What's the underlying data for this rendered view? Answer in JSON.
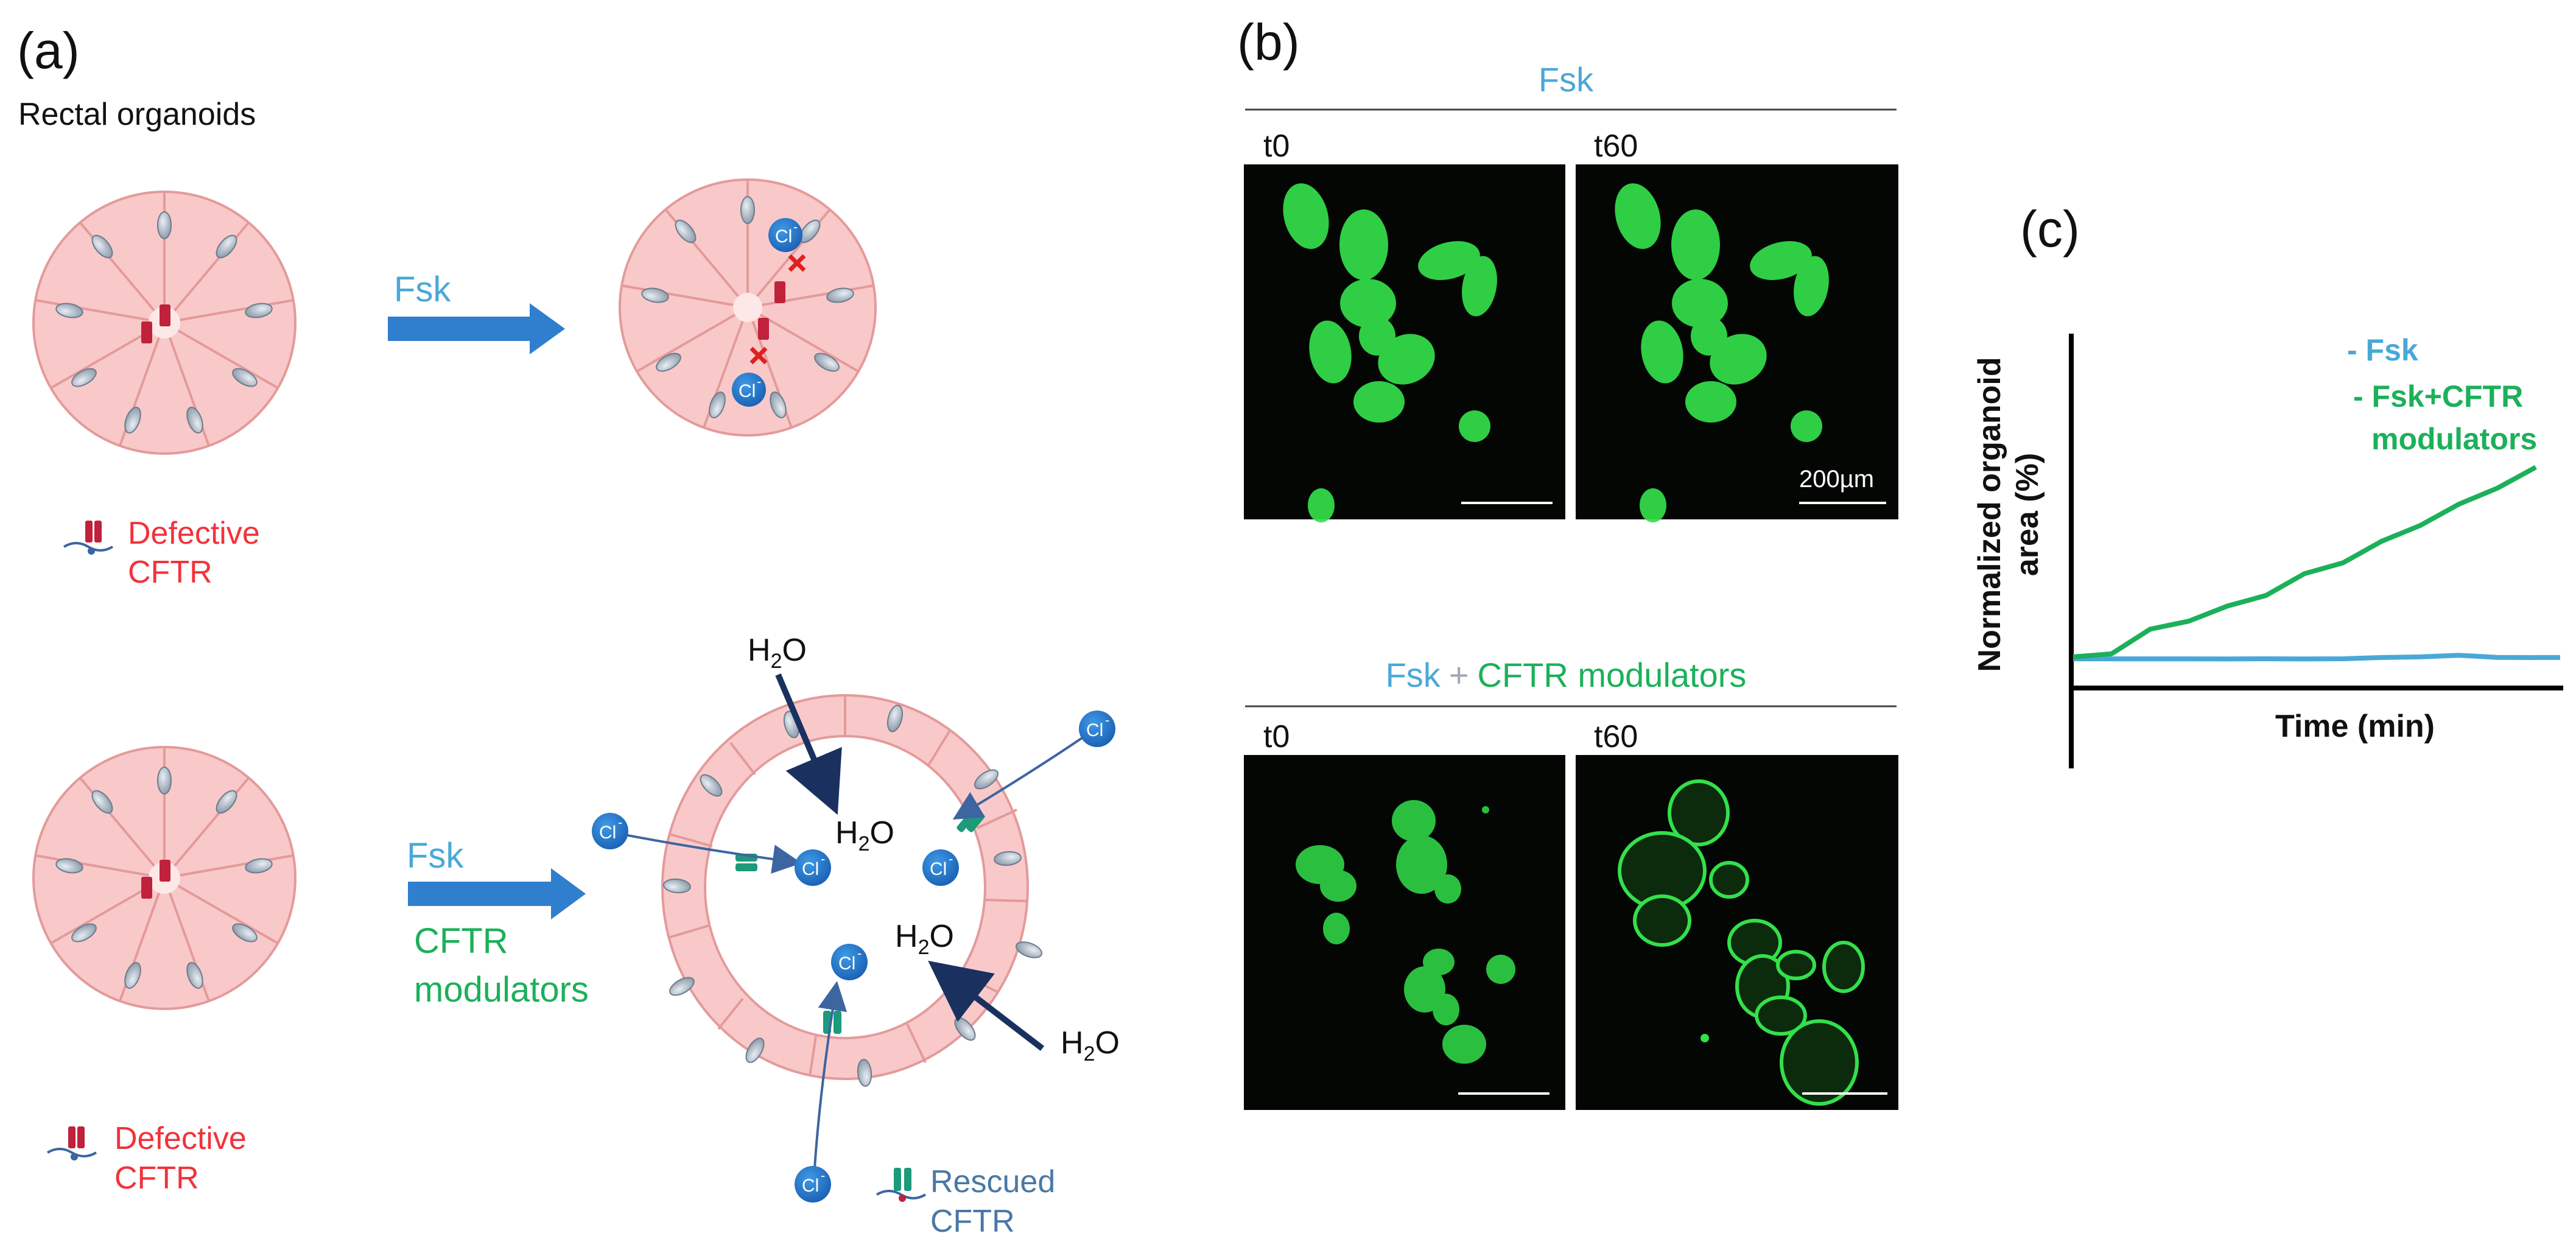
{
  "panels": {
    "a": {
      "label": "(a)",
      "title": "Rectal organoids",
      "top_row": {
        "arrow_label": "Fsk",
        "legend": {
          "line1": "Defective",
          "line2": "CFTR"
        },
        "ion_symbol": "Cl",
        "ion_charge": "-"
      },
      "bottom_row": {
        "arrow_label_1": "Fsk",
        "arrow_label_2": "CFTR",
        "arrow_label_3": "modulators",
        "legend_defective": {
          "line1": "Defective",
          "line2": "CFTR"
        },
        "legend_rescued": {
          "line1": "Rescued",
          "line2": "CFTR"
        },
        "water": {
          "h": "H",
          "sub": "2",
          "o": "O"
        },
        "ion_symbol": "Cl",
        "ion_charge": "-"
      }
    },
    "b": {
      "label": "(b)",
      "top_condition": "Fsk",
      "bottom_condition_part1": "Fsk",
      "bottom_condition_plus": "+",
      "bottom_condition_part2": "CFTR modulators",
      "time_labels": [
        "t0",
        "t60",
        "t0",
        "t60"
      ],
      "scale_bar_label": "200µm"
    },
    "c": {
      "label": "(c)",
      "ylabel_line1": "Normalized organoid",
      "ylabel_line2": "area (%)",
      "xlabel": "Time (min)",
      "legend_fsk": "- Fsk",
      "legend_mod_line1": "- Fsk+CFTR",
      "legend_mod_line2": "modulators"
    }
  },
  "colors": {
    "fsk_blue": "#4aa8d8",
    "modulator_green": "#1cb05a",
    "defective_red": "#f2323a",
    "rescued_steel": "#4a78a6",
    "arrow_blue": "#2f7fce",
    "cell_pink": "#f9c9c9",
    "fluorescence_green": "#33e04a",
    "micrograph_bg": "#030603"
  },
  "chart_data": {
    "type": "line",
    "title": "",
    "xlabel": "Time (min)",
    "ylabel": "Normalized organoid area (%)",
    "x": [
      0,
      5,
      10,
      15,
      20,
      25,
      30,
      35,
      40,
      45,
      50,
      55,
      60
    ],
    "series": [
      {
        "name": "- Fsk",
        "color": "#4aa8d8",
        "values": [
          0,
          0,
          0,
          0,
          0,
          0,
          0,
          0,
          0.3,
          0.4,
          0.8,
          0.3,
          0.3
        ]
      },
      {
        "name": "- Fsk+CFTR modulators",
        "color": "#1cb05a",
        "values": [
          0,
          1.5,
          6,
          8.5,
          11,
          14,
          18,
          21,
          25,
          29,
          33,
          37,
          41
        ]
      }
    ],
    "xlim": [
      0,
      60
    ],
    "ylim": [
      -3,
      70
    ],
    "grid": false,
    "legend": "top-right"
  }
}
